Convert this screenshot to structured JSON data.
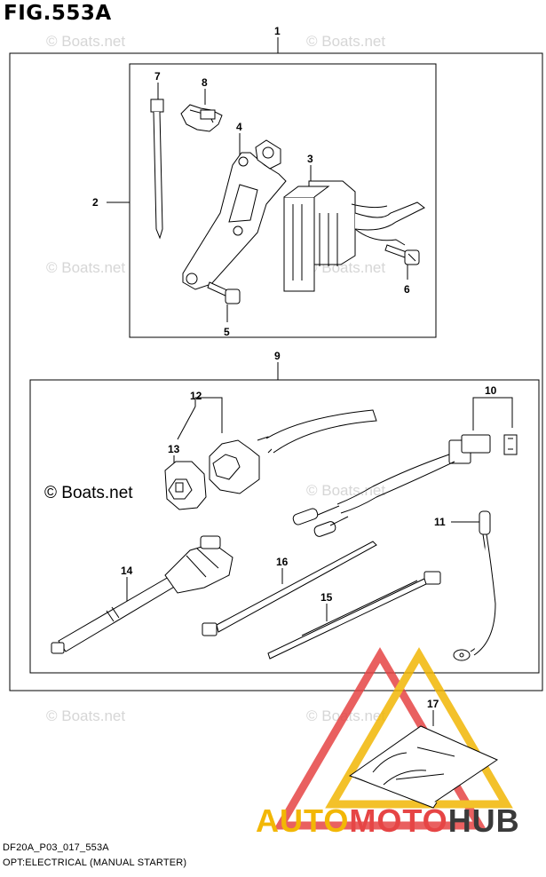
{
  "figure": {
    "title": "FIG.553A"
  },
  "footer": {
    "code": "DF20A_P03_017_553A",
    "caption": "OPT:ELECTRICAL (MANUAL STARTER)"
  },
  "watermark": {
    "text": "© Boats.net"
  },
  "brand": {
    "part1": "AUTO",
    "part2": "MOTO",
    "part3": "HUB",
    "color_primary": "#f2b705",
    "color_secondary": "#e64545",
    "color_tertiary": "#3a3a3a"
  },
  "callouts": [
    "1",
    "2",
    "3",
    "4",
    "5",
    "6",
    "7",
    "8",
    "9",
    "10",
    "11",
    "12",
    "13",
    "14",
    "15",
    "16",
    "17"
  ]
}
